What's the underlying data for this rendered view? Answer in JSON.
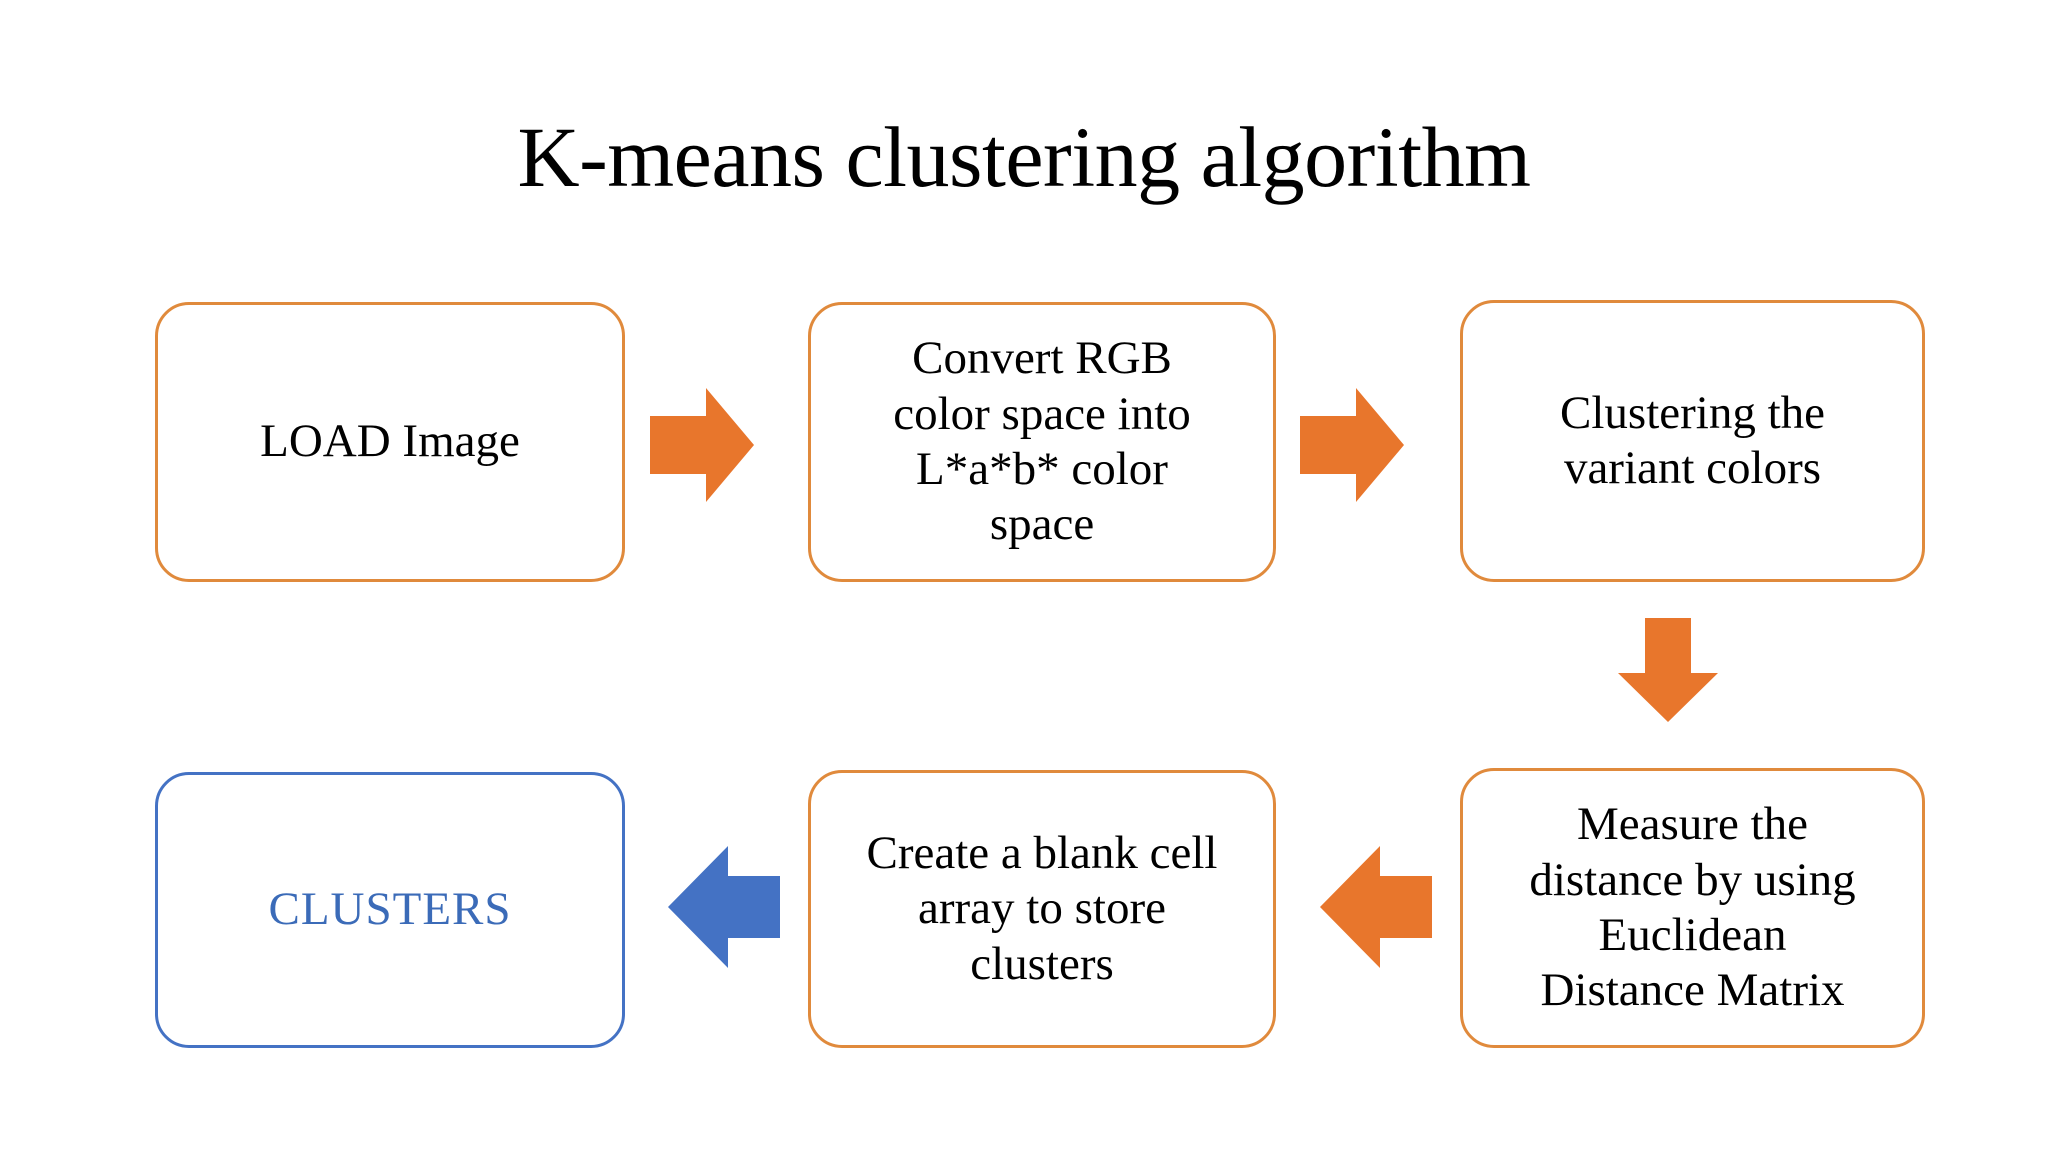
{
  "slide": {
    "title": "K-means clustering algorithm",
    "background": "#FFFFFF"
  },
  "colors": {
    "orange_fill": "#E8762C",
    "orange_border": "#E08A3C",
    "blue_fill": "#4472C4",
    "blue_border": "#4472C4",
    "blue_text": "#3B6BB8",
    "text": "#000000"
  },
  "diagram": {
    "type": "flowchart",
    "nodes": [
      {
        "id": "load",
        "label": "LOAD Image",
        "accent": "orange",
        "row": 1,
        "col": 1
      },
      {
        "id": "convert",
        "label": "Convert RGB\ncolor space into\nL*a*b* color\nspace",
        "accent": "orange",
        "row": 1,
        "col": 2
      },
      {
        "id": "cluster",
        "label": "Clustering the\nvariant colors",
        "accent": "orange",
        "row": 1,
        "col": 3
      },
      {
        "id": "measure",
        "label": "Measure the\ndistance by using\nEuclidean\nDistance Matrix",
        "accent": "orange",
        "row": 2,
        "col": 3
      },
      {
        "id": "cellarray",
        "label": "Create a blank cell\narray to store\nclusters",
        "accent": "orange",
        "row": 2,
        "col": 2
      },
      {
        "id": "clusters",
        "label": "CLUSTERS",
        "accent": "blue",
        "row": 2,
        "col": 1
      }
    ],
    "arrows": [
      {
        "id": "load-convert",
        "from": "load",
        "to": "convert",
        "direction": "right",
        "color": "#E8762C"
      },
      {
        "id": "convert-cluster",
        "from": "convert",
        "to": "cluster",
        "direction": "right",
        "color": "#E8762C"
      },
      {
        "id": "cluster-measure",
        "from": "cluster",
        "to": "measure",
        "direction": "down",
        "color": "#E8762C"
      },
      {
        "id": "measure-cellarray",
        "from": "measure",
        "to": "cellarray",
        "direction": "left",
        "color": "#E8762C"
      },
      {
        "id": "cellarray-clusters",
        "from": "cellarray",
        "to": "clusters",
        "direction": "left",
        "color": "#4472C4"
      }
    ]
  }
}
